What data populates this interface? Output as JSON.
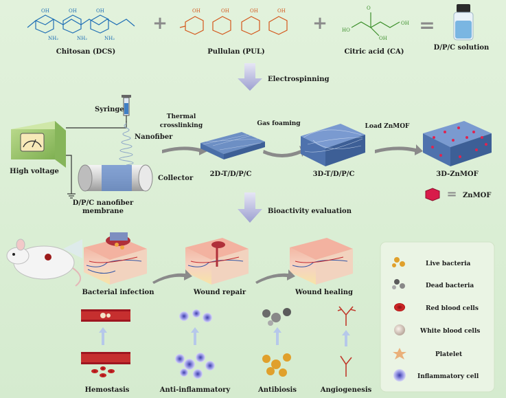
{
  "top": {
    "chitosan": "Chitosan (DCS)",
    "pullulan": "Pullulan (PUL)",
    "citric": "Citric acid (CA)",
    "solution": "D/P/C solution"
  },
  "steps": {
    "electrospinning": "Electrospinning",
    "bioactivity": "Bioactivity evaluation",
    "thermal_1": "Thermal",
    "thermal_2": "crosslinking",
    "gas_foaming": "Gas foaming",
    "load": "Load ZnMOF"
  },
  "apparatus": {
    "syringe": "Syringe",
    "nanofiber": "Nanofiber",
    "high_voltage": "High voltage",
    "collector": "Collector",
    "membrane_1": "D/P/C nanofiber",
    "membrane_2": "membrane"
  },
  "materials": {
    "m2d": "2D-T/D/P/C",
    "m3d": "3D-T/D/P/C",
    "zn": "3D-ZnMOF",
    "zn_legend": "ZnMOF"
  },
  "wound": {
    "infection": "Bacterial infection",
    "repair": "Wound repair",
    "healing": "Wound healing"
  },
  "effects": {
    "hemostasis": "Hemostasis",
    "anti_inflammatory": "Anti-inflammatory",
    "antibiosis": "Antibiosis",
    "angiogenesis": "Angiogenesis"
  },
  "legend": {
    "live": "Live bacteria",
    "dead": "Dead bacteria",
    "rbc": "Red blood cells",
    "wbc": "White blood cells",
    "platelet": "Platelet",
    "inflam": "Inflammatory cell"
  },
  "symbols": {
    "plus": "+",
    "equals": "="
  },
  "colors": {
    "chitosan": "#1f6fb5",
    "pullulan": "#d4561a",
    "citric": "#3b8f2a",
    "fiber": "#4a78b8",
    "zn": "#d81b4a",
    "arrow": "#8a8a8a"
  }
}
